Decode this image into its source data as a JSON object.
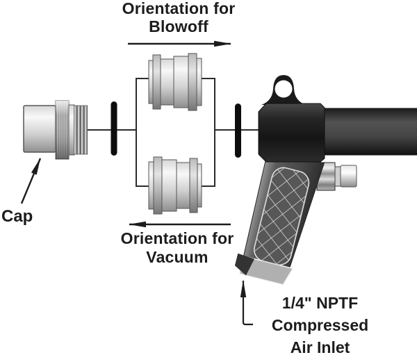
{
  "labels": {
    "blowoff": {
      "line1": "Orientation for",
      "line2": "Blowoff"
    },
    "vacuum": {
      "line1": "Orientation for",
      "line2": "Vacuum"
    },
    "cap": "Cap",
    "air_inlet": {
      "line1": "1/4\" NPTF",
      "line2": "Compressed",
      "line3": "Air Inlet"
    }
  },
  "colors": {
    "background": "#ffffff",
    "text": "#1c1c1c",
    "line": "#2b2b2b",
    "oring": "#0d0d0d",
    "gun_body_dark": "#1b1b1b",
    "grip_gray": "#4a4a4a",
    "metal_light": "#f0f0f0",
    "crosshatch_line": "#cdcdcd"
  }
}
